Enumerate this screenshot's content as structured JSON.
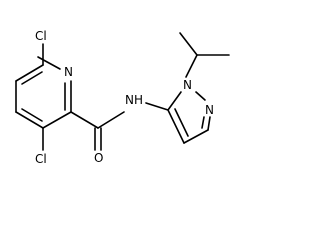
{
  "molecule": {
    "atoms": {
      "cl_top": "Cl",
      "n_pyridine": "N",
      "cl_bottom": "Cl",
      "o_carbonyl": "O",
      "nh_amide": "NH",
      "n_pyrazole_1": "N",
      "n_pyrazole_2": "N"
    },
    "colors": {
      "bond": "#000000",
      "label": "#000000",
      "background": "#ffffff"
    }
  }
}
